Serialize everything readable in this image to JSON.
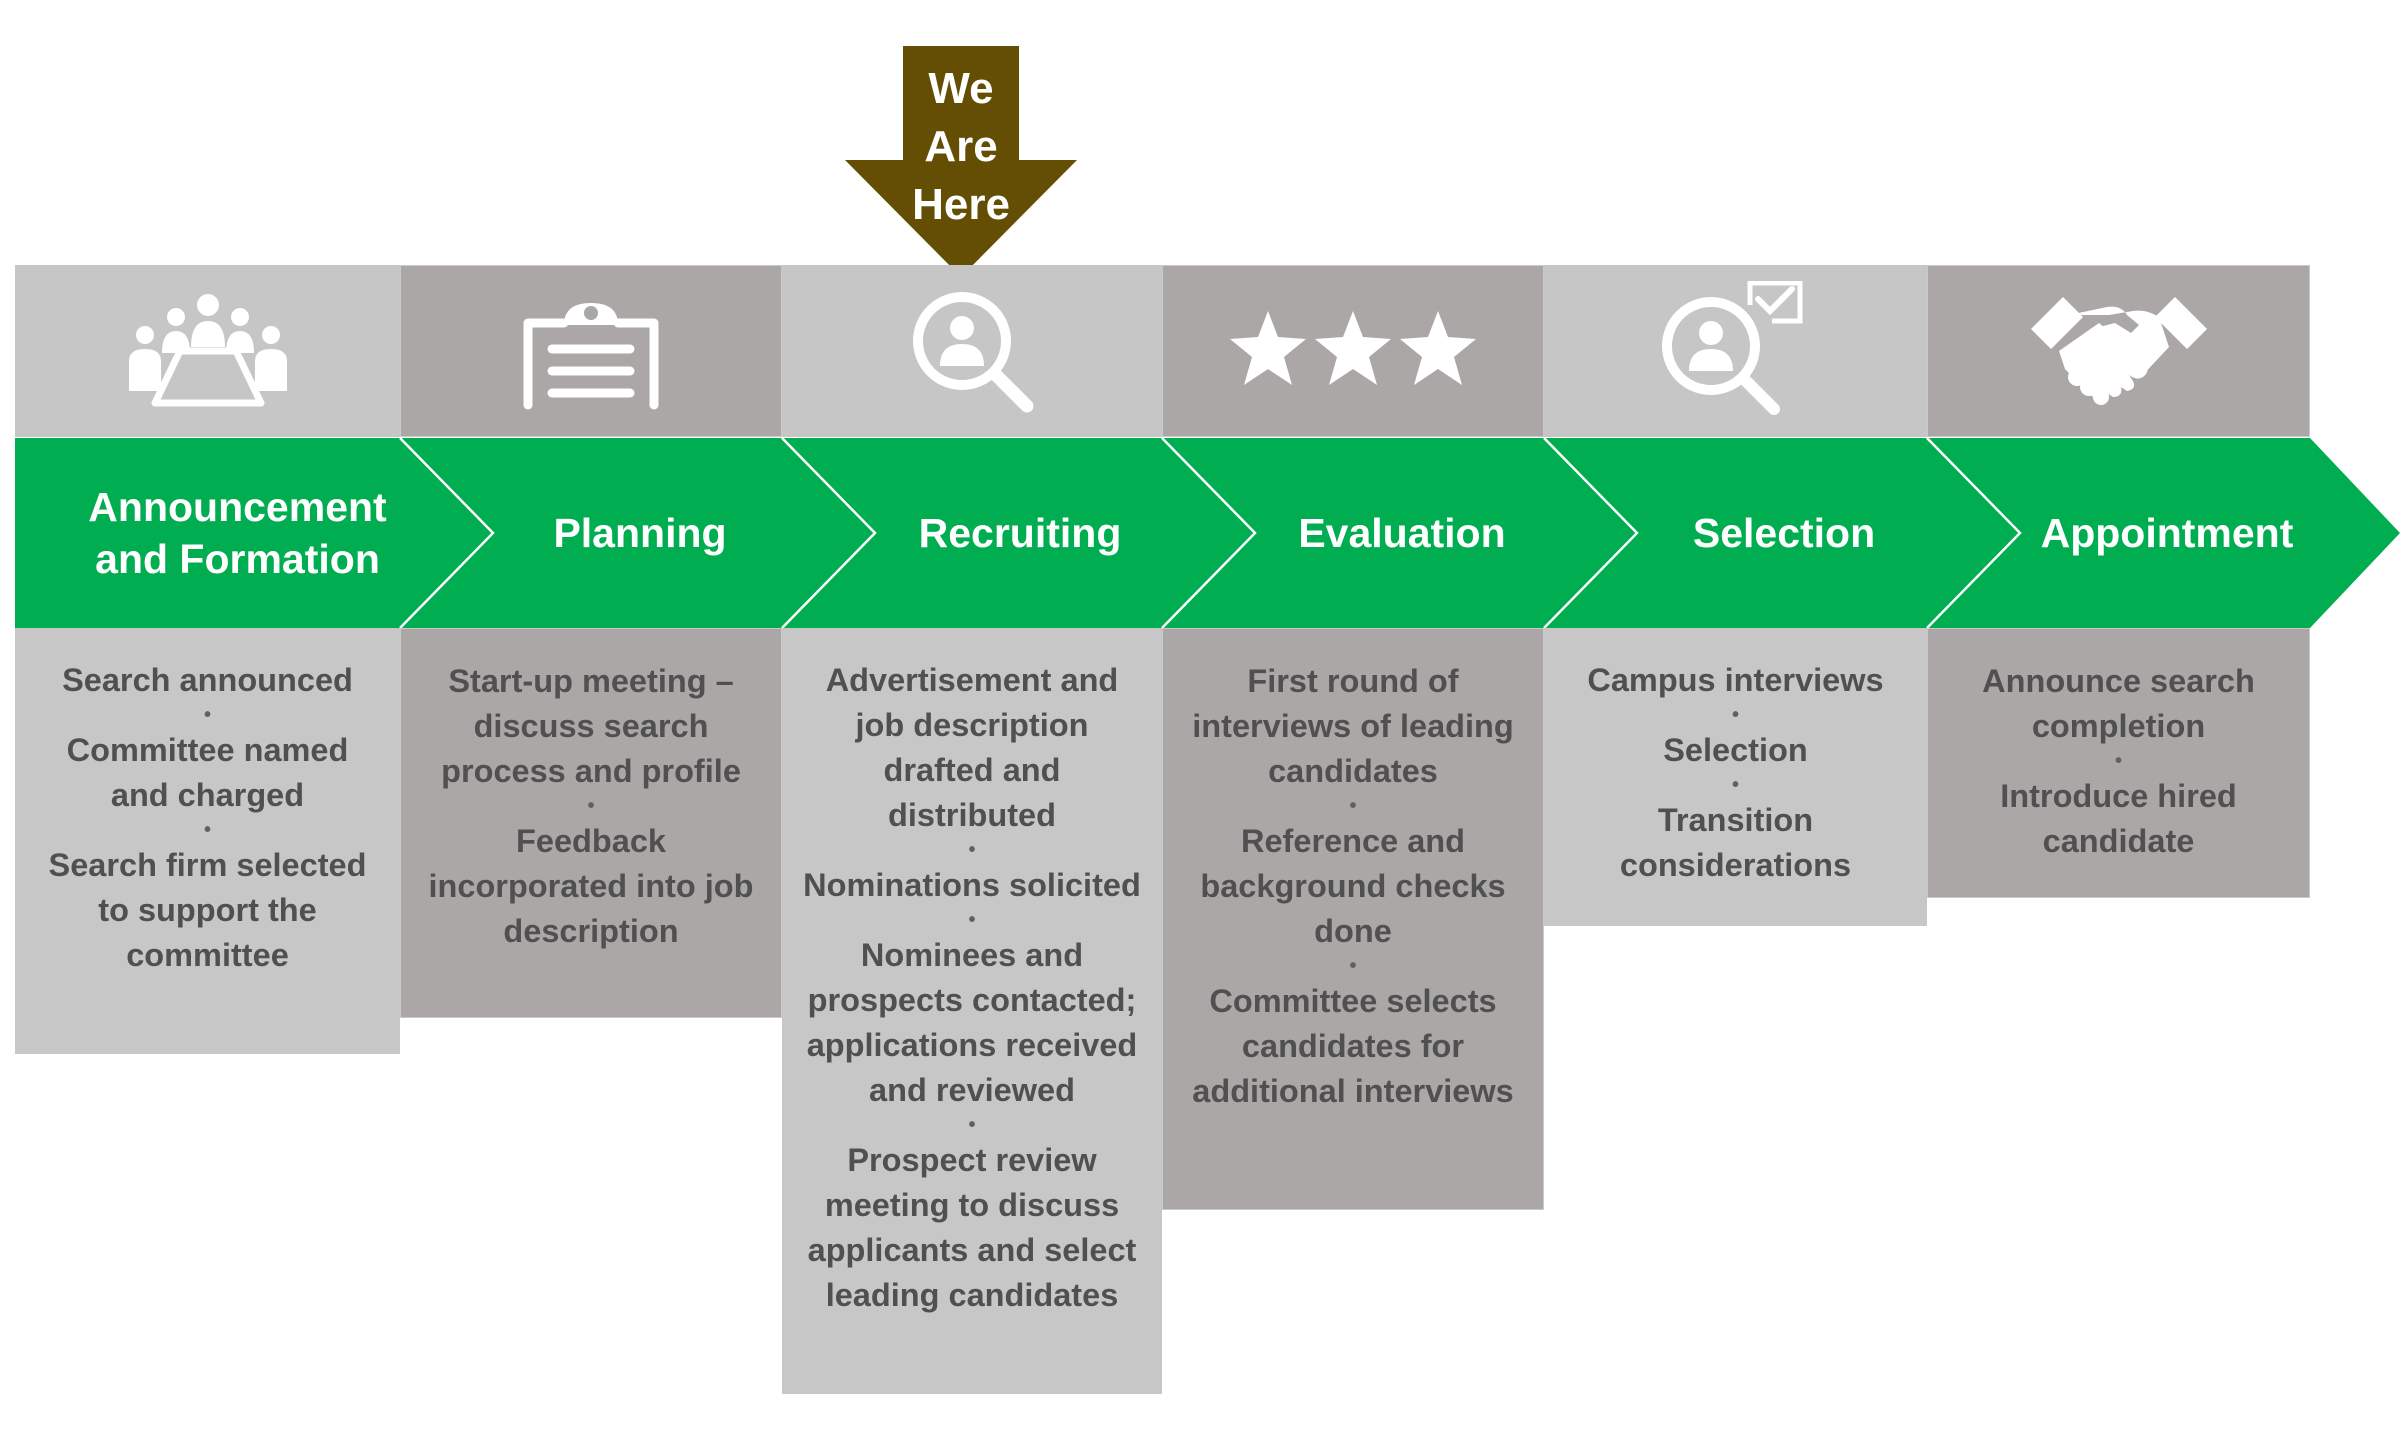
{
  "marker": {
    "lines": [
      "We",
      "Are",
      "Here"
    ],
    "color": "#634e03",
    "target_stage": "Recruiting"
  },
  "colors": {
    "band_green": "#00ad50",
    "light_gray": "#c7c7c7",
    "dark_gray": "#aaa7a6",
    "detail_text": "#505050"
  },
  "stages": [
    {
      "label": "Announcement\nand Formation",
      "icon": "meeting-table-icon",
      "items": [
        "Search announced",
        "Committee named\nand charged",
        "Search firm selected\nto support the\ncommittee"
      ]
    },
    {
      "label": "Planning",
      "icon": "clipboard-icon",
      "items": [
        "Start-up meeting –\ndiscuss search\nprocess and profile",
        "Feedback\nincorporated into job\ndescription"
      ]
    },
    {
      "label": "Recruiting",
      "icon": "person-search-icon",
      "items": [
        "Advertisement and\njob description\ndrafted and\ndistributed",
        "Nominations solicited",
        "Nominees and\nprospects contacted;\napplications received\nand reviewed",
        "Prospect review\nmeeting to discuss\napplicants and select\nleading candidates"
      ]
    },
    {
      "label": "Evaluation",
      "icon": "three-stars-icon",
      "items": [
        "First round of\ninterviews of leading\ncandidates",
        "Reference and\nbackground checks\ndone",
        "Committee selects\ncandidates for\nadditional interviews"
      ]
    },
    {
      "label": "Selection",
      "icon": "person-search-check-icon",
      "items": [
        "Campus interviews",
        "Selection",
        "Transition\nconsiderations"
      ]
    },
    {
      "label": "Appointment",
      "icon": "handshake-icon",
      "items": [
        "Announce search\ncompletion",
        "Introduce hired\ncandidate"
      ]
    }
  ]
}
